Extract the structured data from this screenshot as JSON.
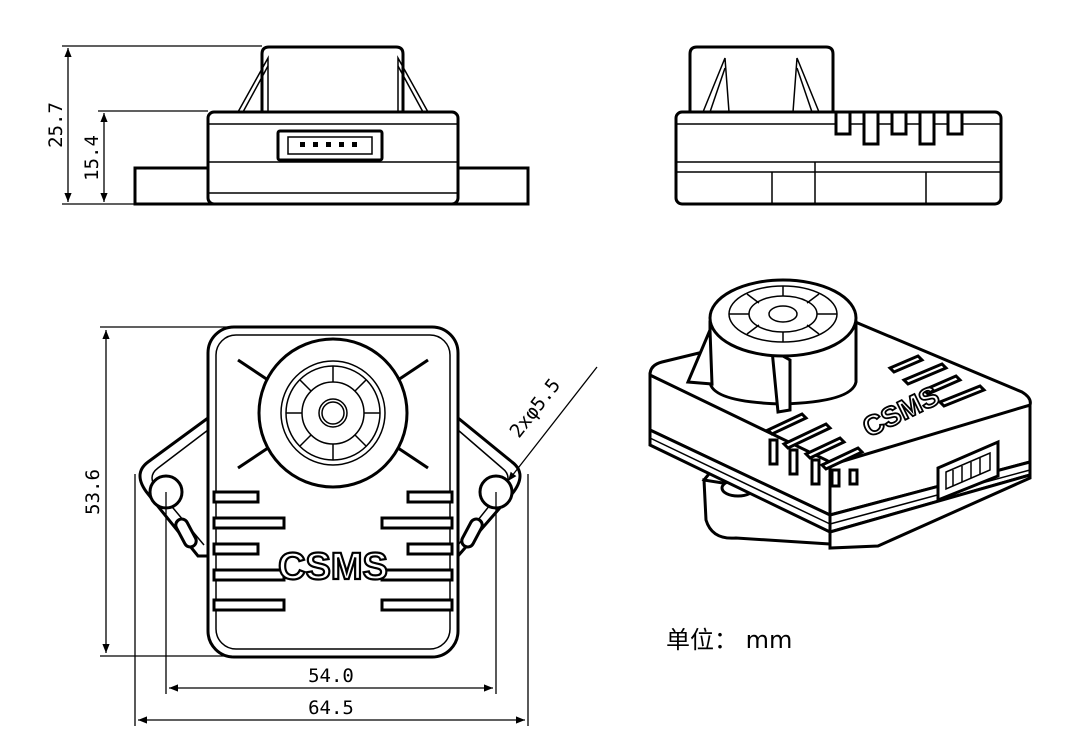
{
  "dimensions": {
    "total_height": "25.7",
    "body_height": "15.4",
    "depth": "53.6",
    "hole_spacing": "54.0",
    "total_width": "64.5",
    "hole_spec": "2xφ5.5"
  },
  "logo_text": "CSMS",
  "unit_label": "单位： mm"
}
